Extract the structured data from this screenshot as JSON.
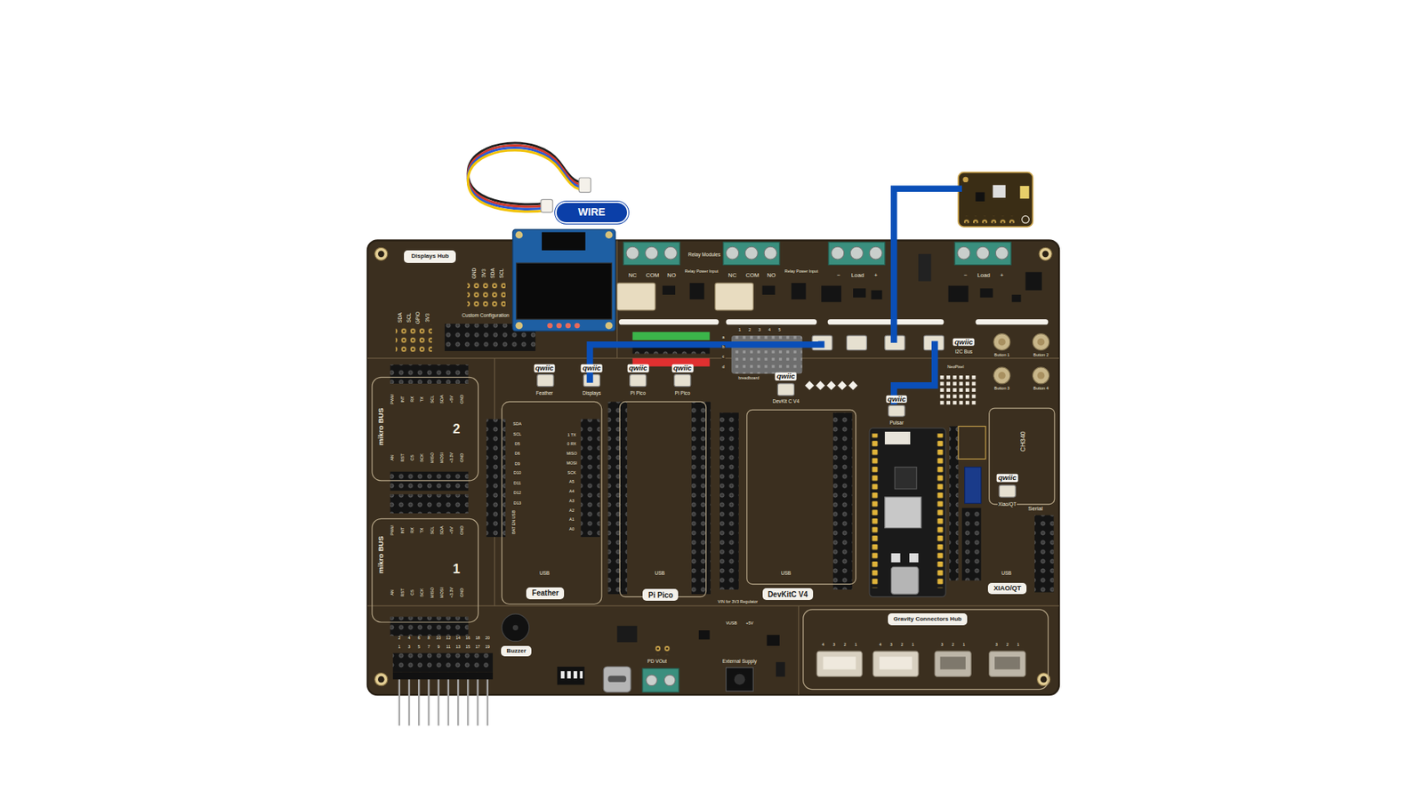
{
  "diagram": {
    "nodes": [
      {
        "text": [
          "WIRE"
        ]
      },
      {
        "text": [
          "Displays Hub"
        ]
      },
      {
        "text": [
          "Feather"
        ]
      },
      {
        "text": [
          "Pi Pico"
        ]
      },
      {
        "text": [
          "DevKitC V4"
        ]
      },
      {
        "text": [
          "XIAO/QT"
        ]
      },
      {
        "text": [
          "Gravity Connectors Hub"
        ]
      },
      {
        "text": [
          "Buzzer"
        ]
      }
    ],
    "labels": [
      "GND",
      "3V3",
      "SDA",
      "SCL",
      "SDA",
      "SCL",
      "GPIO",
      "3V3",
      "Custom Configuration",
      "Relay Modules",
      "NC",
      "COM",
      "NO",
      "NC",
      "COM",
      "NO",
      "−",
      "Load",
      "+",
      "−",
      "Load",
      "+",
      "Relay Power Input",
      "Relay Power Input",
      "qwiic",
      "Feather",
      "qwiic",
      "Displays",
      "qwiic",
      "Pi Pico",
      "qwiic",
      "Pi Pico",
      "qwiic",
      "DevKit C V4",
      "qwiic",
      "Pulsar",
      "qwiic",
      "I2C Bus",
      "qwiic",
      "Xiao/QT",
      "NeoPixel",
      "Button 1",
      "Button 2",
      "Button 3",
      "Button 4",
      "CH340",
      "Serial",
      "breadboard",
      "a",
      "b",
      "c",
      "d",
      "1",
      "2",
      "3",
      "4",
      "5",
      "mikro BUS",
      "2",
      "PWM",
      "INT",
      "RX",
      "TX",
      "SCL",
      "SDA",
      "+5V",
      "GND",
      "AN",
      "RST",
      "CS",
      "SCK",
      "MISO",
      "MOSI",
      "+3.3V",
      "GND",
      "mikro BUS",
      "1",
      "PWM",
      "INT",
      "RX",
      "TX",
      "SCL",
      "SDA",
      "+5V",
      "GND",
      "AN",
      "RST",
      "CS",
      "SCK",
      "MISO",
      "MOSI",
      "+3.3V",
      "GND",
      "SDA",
      "SCL",
      "D5",
      "D6",
      "D9",
      "D10",
      "D11",
      "D12",
      "D13",
      "BAT EN USB",
      "1 TX",
      "0 RX",
      "MISO",
      "MOSI",
      "SCK",
      "A5",
      "A4",
      "A3",
      "A2",
      "A1",
      "A0",
      "USB",
      "USB",
      "USB",
      "USB",
      "2",
      "4",
      "6",
      "8",
      "10",
      "12",
      "14",
      "16",
      "18",
      "20",
      "1",
      "3",
      "5",
      "7",
      "9",
      "11",
      "13",
      "15",
      "17",
      "19",
      "External Supply",
      "PD VOut",
      "VIN for 3V3 Regulator",
      "VUSB",
      "+5V",
      "4",
      "3",
      "2",
      "1",
      "4",
      "3",
      "2",
      "1",
      "3",
      "2",
      "1",
      "3",
      "2",
      "1"
    ]
  }
}
